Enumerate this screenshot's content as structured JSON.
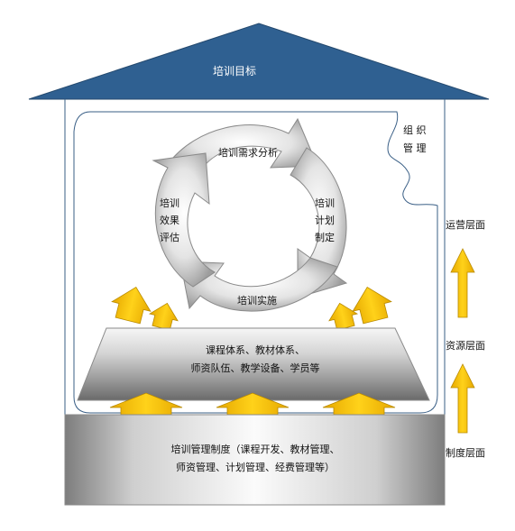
{
  "roof": {
    "title": "培训目标"
  },
  "organization": {
    "line1": "组 织",
    "line2": "管 理"
  },
  "cycle": {
    "needs_analysis": "培训需求分析",
    "plan": [
      "培训",
      "计划",
      "制定"
    ],
    "implement": "培训实施",
    "evaluate": [
      "培训",
      "效果",
      "评估"
    ]
  },
  "resources": {
    "line1": "课程体系、教材体系、",
    "line2": "师资队伍、教学设备、学员等"
  },
  "system": {
    "line1": "培训管理制度（课程开发、教材管理、",
    "line2": "师资管理、计划管理、经费管理等）"
  },
  "levels": {
    "operation": "运营层面",
    "resource": "资源层面",
    "system": "制度层面"
  },
  "colors": {
    "roof": "#2f6091",
    "arrow_yellow": "#f5c400",
    "frame": "#3a5f86"
  }
}
